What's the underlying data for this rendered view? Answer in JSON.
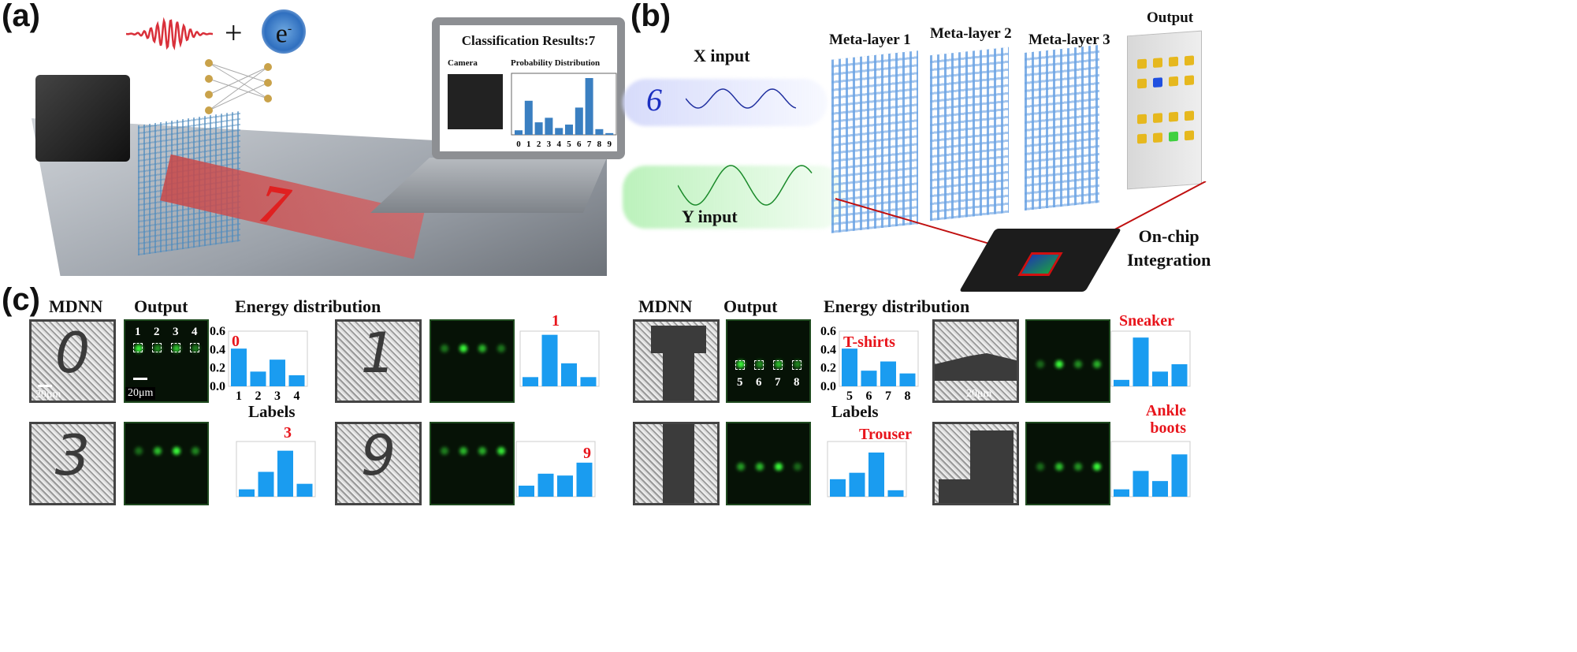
{
  "panels": {
    "a": "(a)",
    "b": "(b)",
    "c": "(c)"
  },
  "panel_a": {
    "electron": "e",
    "electron_sup": "-",
    "plus": "+",
    "screen_title": "Classification Results:7",
    "camera_label": "Camera",
    "prob_label": "Probability Distribution",
    "prob_x": [
      "0",
      "1",
      "2",
      "3",
      "4",
      "5",
      "6",
      "7",
      "8",
      "9"
    ],
    "prob_values": [
      0.08,
      0.6,
      0.22,
      0.3,
      0.12,
      0.18,
      0.48,
      1.0,
      0.1,
      0.03
    ],
    "bar_color": "#3a7fc1",
    "handwritten": "7"
  },
  "panel_b": {
    "x_input": "X input",
    "y_input": "Y input",
    "x_digit": "6",
    "layers": [
      "Meta-layer 1",
      "Meta-layer 2",
      "Meta-layer 3"
    ],
    "output": "Output",
    "onchip": [
      "On-chip",
      "Integration"
    ]
  },
  "panel_c": {
    "headers": {
      "mdnn": "MDNN",
      "output": "Output",
      "energy": "Energy distribution"
    },
    "scale_bar": "20μm",
    "xlabel": "Labels",
    "yticks": [
      "0.0",
      "0.2",
      "0.4",
      "0.6"
    ],
    "bar_color": "#1a9cf0",
    "label_color": "#e8141b",
    "mnist": [
      {
        "digit": "0",
        "label": "0",
        "values": [
          0.41,
          0.16,
          0.29,
          0.12
        ]
      },
      {
        "digit": "1",
        "label": "1",
        "values": [
          0.1,
          0.56,
          0.25,
          0.1
        ]
      },
      {
        "digit": "3",
        "label": "3",
        "values": [
          0.08,
          0.27,
          0.5,
          0.14
        ]
      },
      {
        "digit": "9",
        "label": "9",
        "values": [
          0.12,
          0.25,
          0.23,
          0.37
        ]
      }
    ],
    "mnist_xticks": [
      "1",
      "2",
      "3",
      "4"
    ],
    "fashion": [
      {
        "label": "T-shirts",
        "values": [
          0.41,
          0.17,
          0.27,
          0.14
        ]
      },
      {
        "label": "Sneaker",
        "values": [
          0.07,
          0.53,
          0.16,
          0.24
        ]
      },
      {
        "label": "Trouser",
        "values": [
          0.19,
          0.26,
          0.48,
          0.07
        ]
      },
      {
        "label": "Ankle boots",
        "values": [
          0.08,
          0.28,
          0.17,
          0.46
        ]
      }
    ],
    "fashion_xticks": [
      "5",
      "6",
      "7",
      "8"
    ]
  }
}
